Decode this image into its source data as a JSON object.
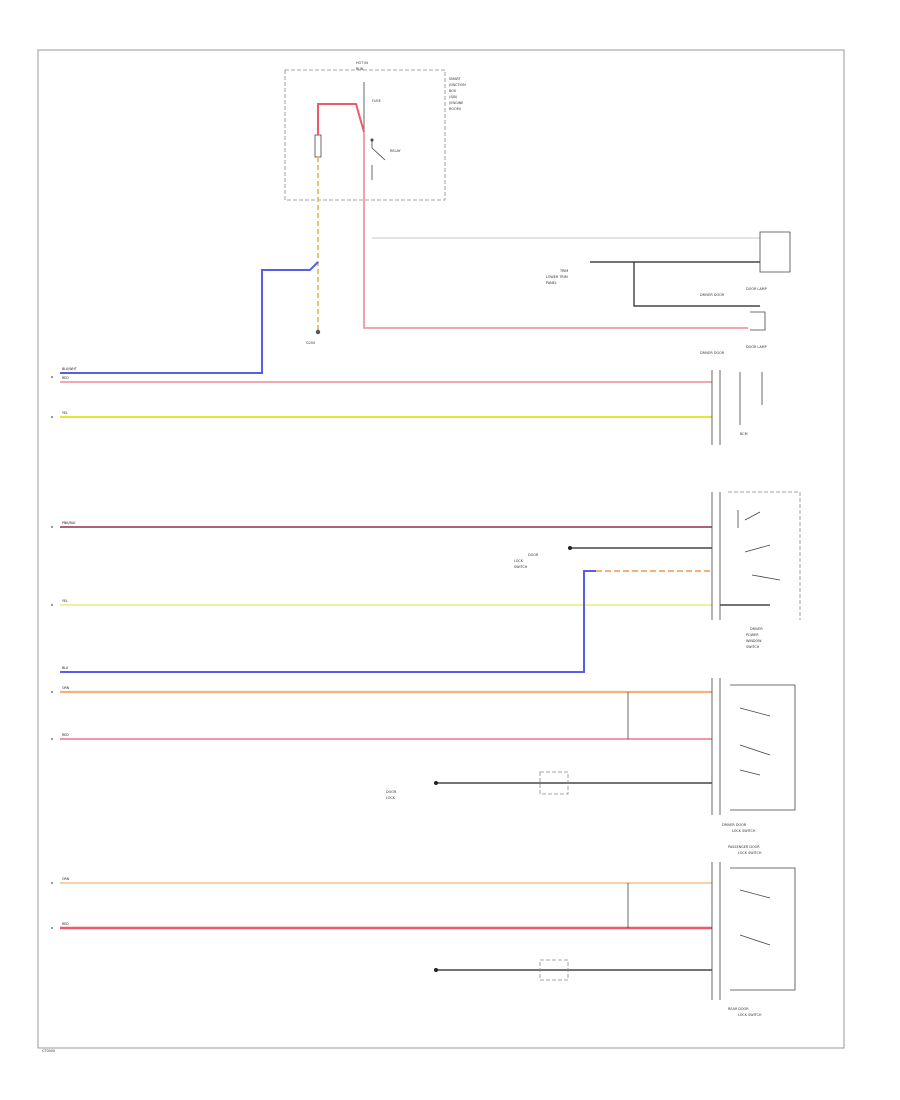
{
  "diagram_id": "CT0000",
  "labels": {
    "top_box_title": "HOT IN",
    "top_box_sub": "RUN",
    "top_box_note": [
      "SMART",
      "JUNCTION",
      "BOX",
      "(SJB)",
      "(ENGINE",
      "ROOM)"
    ],
    "top_box_fuse": "FUSE",
    "top_box_relay": "RELAY",
    "ground_1": "G200",
    "ground_1_sub": "",
    "right_conn_1_a": "DOOR LAMP",
    "right_conn_1_b": "DRIVER DOOR",
    "right_conn_2_a": "DOOR LAMP",
    "right_conn_2_b": "DRIVER DOOR",
    "right_side_1": [
      "BCM"
    ],
    "right_side_2": [
      "DRIVER",
      "POWER",
      "WINDOW",
      "SWITCH"
    ],
    "right_side_3": [
      "DRIVER DOOR",
      "LOCK SWITCH"
    ],
    "right_side_4": [
      "PASSENGER DOOR",
      "LOCK SWITCH"
    ],
    "right_side_5": [
      "REAR DOOR",
      "LOCK SWITCH"
    ],
    "mid_note_1": [
      "TRIM",
      "LOWER TRIM",
      "PANEL"
    ],
    "mid_note_2": [
      "DOOR",
      "LOCK",
      "SWITCH"
    ],
    "mid_note_3": [
      "DOOR",
      "LOCK"
    ]
  },
  "wire_labels": {
    "blue_top": "BLU/WHT",
    "red_1": "RED",
    "yellow_1": "YEL",
    "purple": "PNK/BLK",
    "yellow_2": "YEL",
    "blue_2": "BLU",
    "orange_1": "ORN",
    "red_2": "RED",
    "orange_2": "ORN",
    "red_3": "RED"
  },
  "colors": {
    "red": "#f08a98",
    "red_strong": "#ef5a6a",
    "yellow": "#e4e43a",
    "yellow_light": "#f1ef9a",
    "blue": "#5a5ee6",
    "purple": "#b0607a",
    "orange": "#f4b27a",
    "orange_light": "#f8cfa6",
    "black": "#222222",
    "gray": "#b5b5b5"
  }
}
